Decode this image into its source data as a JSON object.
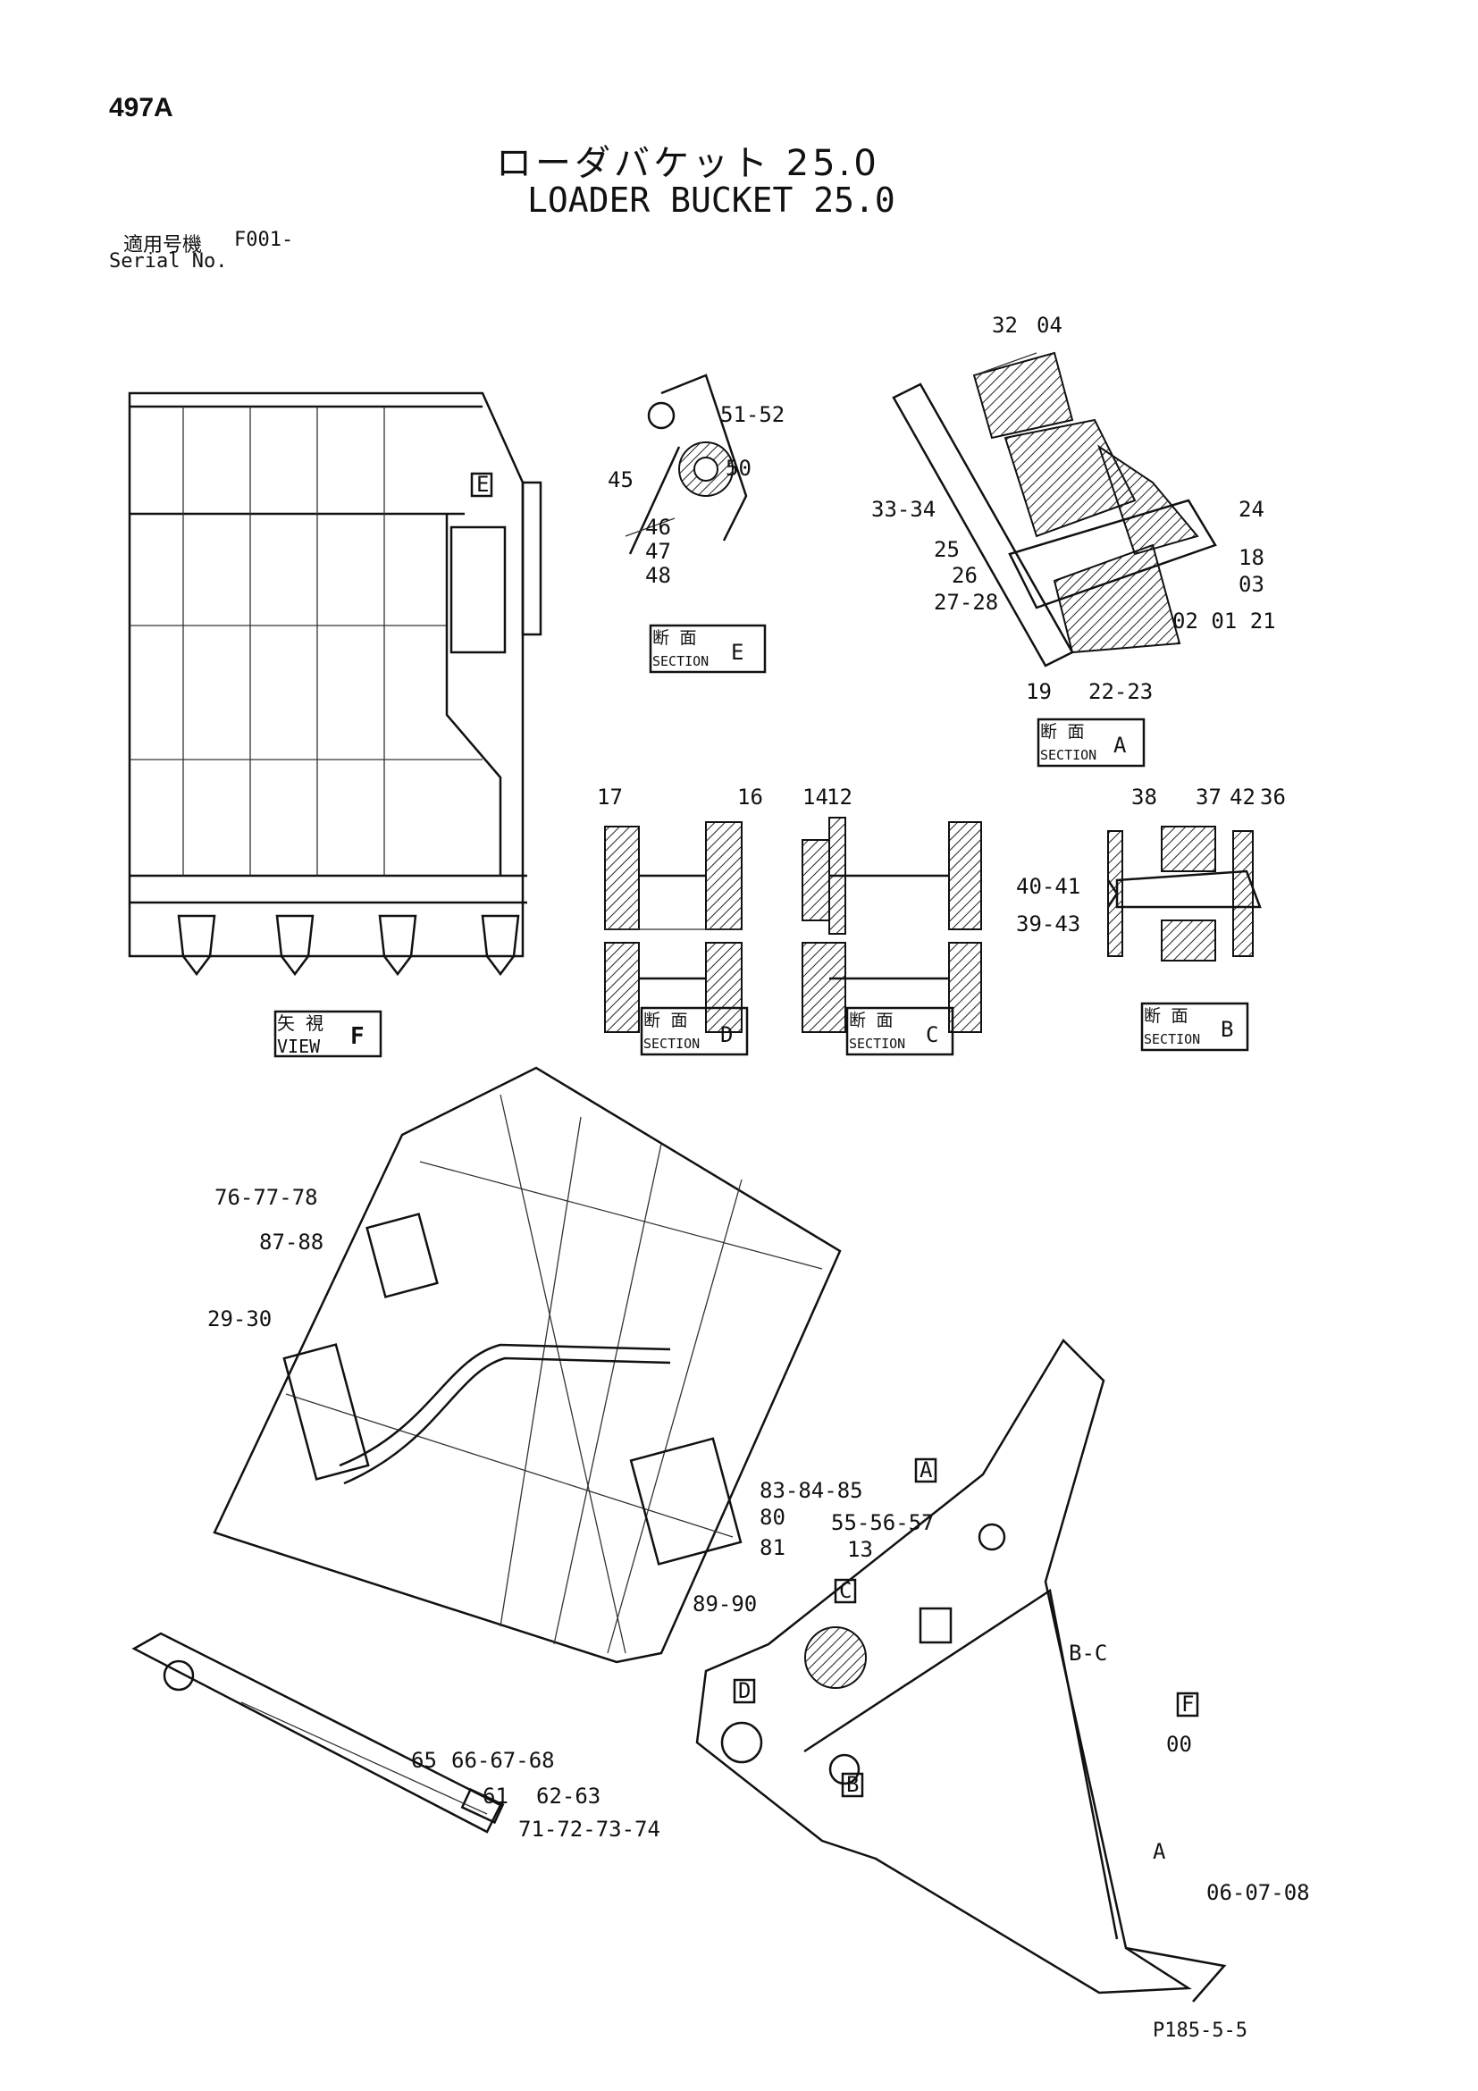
{
  "header": {
    "page_code": "497A",
    "title_jp": "ローダバケット 25.0",
    "title_en": "LOADER BUCKET 25.0",
    "serial_label_jp": "適用号機",
    "serial_value": "F001-",
    "serial_label_en": "Serial No."
  },
  "views": {
    "section_e": {
      "jp": "断 面",
      "en": "SECTION",
      "letter": "E"
    },
    "section_a": {
      "jp": "断 面",
      "en": "SECTION",
      "letter": "A"
    },
    "section_d": {
      "jp": "断 面",
      "en": "SECTION",
      "letter": "D"
    },
    "section_c": {
      "jp": "断 面",
      "en": "SECTION",
      "letter": "C"
    },
    "section_b": {
      "jp": "断 面",
      "en": "SECTION",
      "letter": "B"
    },
    "view_f": {
      "jp": "矢 視",
      "en": "VIEW",
      "letter": "F"
    }
  },
  "markers": {
    "a": "A",
    "b": "B",
    "c": "C",
    "d": "D",
    "e": "E",
    "f": "F"
  },
  "callouts": {
    "c51_52": "51-52",
    "c50": "50",
    "c45": "45",
    "c46": "46",
    "c47": "47",
    "c48": "48",
    "c32": "32",
    "c04": "04",
    "c33_34": "33-34",
    "c24": "24",
    "c25": "25",
    "c18": "18",
    "c26": "26",
    "c03": "03",
    "c27_28": "27-28",
    "c02_01_21": "02 01 21",
    "c19": "19",
    "c22_23": "22-23",
    "c17": "17",
    "c16": "16",
    "c14": "14",
    "c12": "12",
    "c38": "38",
    "c37": "37",
    "c42": "42",
    "c36": "36",
    "c40_41": "40-41",
    "c39_43": "39-43",
    "c76_77_78": "76-77-78",
    "c87_88": "87-88",
    "c29_30": "29-30",
    "c83_84_85": "83-84-85",
    "c80": "80",
    "c81": "81",
    "c89_90": "89-90",
    "c55_56_57": "55-56-57",
    "c13": "13",
    "cBC": "B-C",
    "c00": "00",
    "cA": "A",
    "c06_07_08": "06-07-08",
    "c65": "65",
    "c66_67_68": "66-67-68",
    "c61": "61",
    "c62_63": "62-63",
    "c71_72_73_74": "71-72-73-74"
  },
  "footer": {
    "page_ref": "P185-5-5"
  }
}
